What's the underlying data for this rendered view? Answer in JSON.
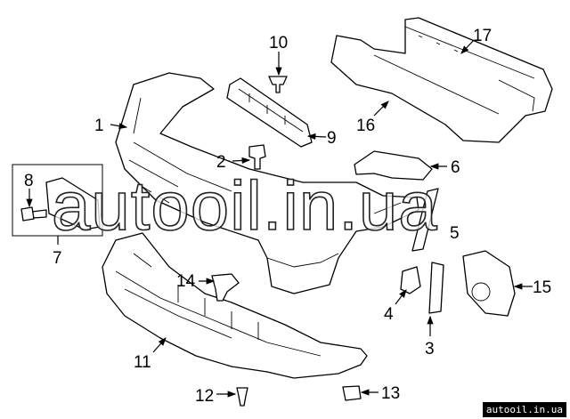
{
  "diagram": {
    "callouts": [
      "1",
      "2",
      "3",
      "4",
      "5",
      "6",
      "7",
      "8",
      "9",
      "10",
      "11",
      "12",
      "13",
      "14",
      "15",
      "16",
      "17"
    ]
  },
  "watermark": "autooil.in.ua",
  "badge": "autooil.in.ua"
}
